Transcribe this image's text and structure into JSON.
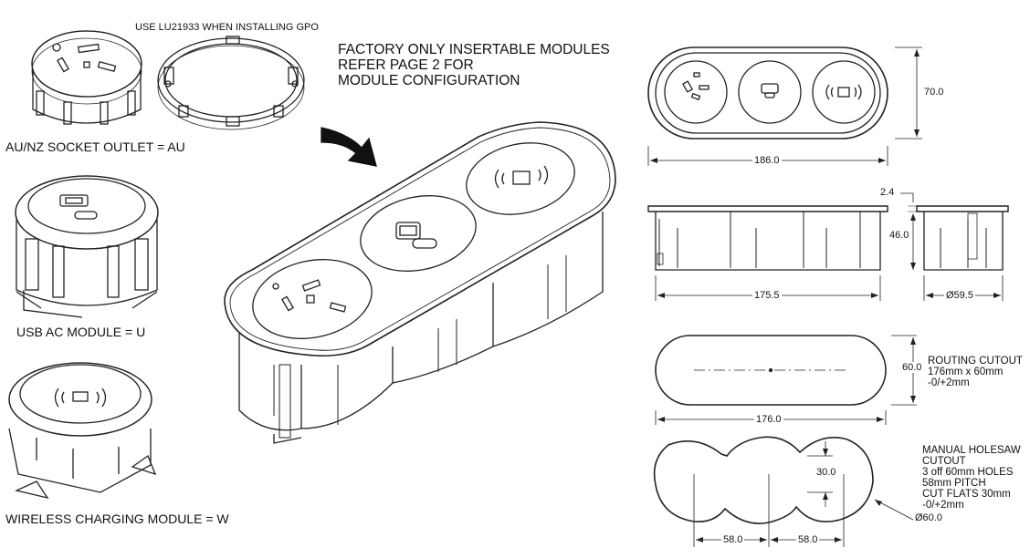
{
  "labels": {
    "install_note": "USE LU21933 WHEN INSTALLING GPO",
    "module_au": "AU/NZ SOCKET OUTLET = AU",
    "module_u": "USB AC MODULE = U",
    "module_w": "WIRELESS CHARGING MODULE = W",
    "factory_heading": [
      "FACTORY ONLY INSERTABLE MODULES",
      "REFER PAGE 2 FOR",
      "MODULE CONFIGURATION"
    ]
  },
  "dimensions": {
    "top_width": "186.0",
    "top_height": "70.0",
    "lip": "2.4",
    "body_height": "46.0",
    "body_width": "175.5",
    "end_diameter": "Ø59.5",
    "routing_height": "60.0",
    "routing_width": "176.0",
    "holesaw_flat": "30.0",
    "pitch_1": "58.0",
    "pitch_2": "58.0",
    "hole_diameter": "Ø60.0"
  },
  "notes": {
    "routing": [
      "ROUTING CUTOUT",
      "176mm x 60mm",
      "-0/+2mm"
    ],
    "holesaw": [
      "MANUAL HOLESAW",
      "CUTOUT",
      "3 off  60mm HOLES",
      "58mm PITCH",
      "CUT FLATS 30mm",
      "-0/+2mm"
    ]
  }
}
